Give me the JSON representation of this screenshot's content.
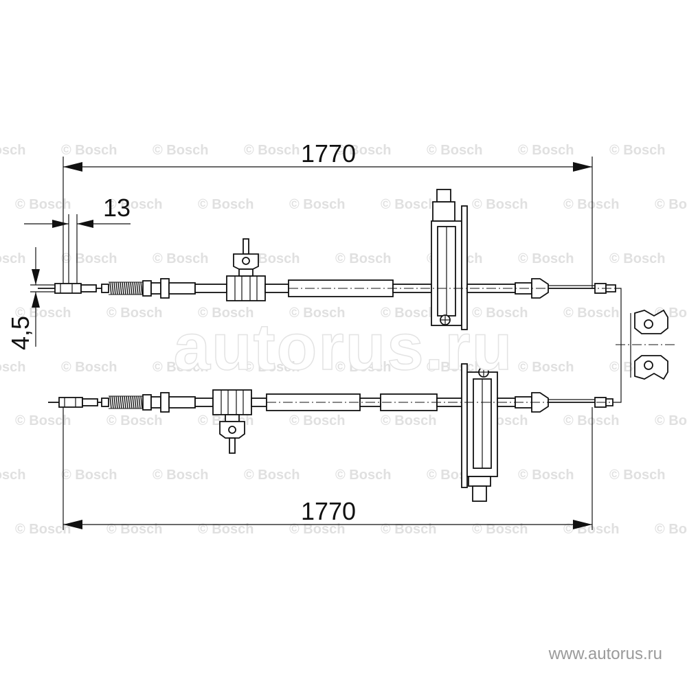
{
  "watermark": {
    "brand": "© Bosch",
    "site": "autorus.ru",
    "url": "www.autorus.ru"
  },
  "dimensions": {
    "upper_length": "1770",
    "lower_length": "1770",
    "offset": "13",
    "diameter": "4,5"
  }
}
